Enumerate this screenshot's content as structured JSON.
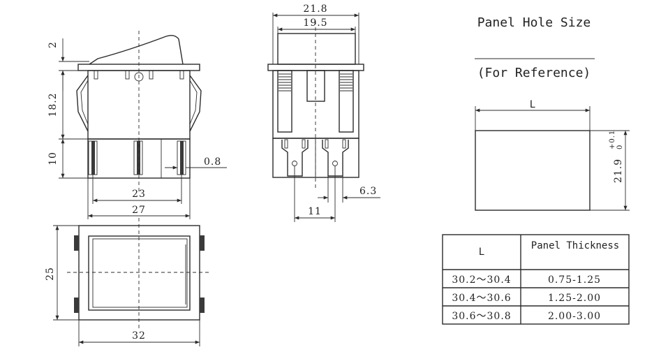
{
  "panel": {
    "title": "Panel Hole Size",
    "subtitle": "(For Reference)",
    "hole_width_label": "L",
    "hole_height_label": "21.9",
    "hole_height_tol_upper": "+0.1",
    "hole_height_tol_lower": "0"
  },
  "dims": {
    "side_top": "2",
    "side_body": "18.2",
    "side_pins": "10",
    "pin_thickness": "0.8",
    "pin_span": "23",
    "body_width": "27",
    "front_outer": "21.8",
    "front_inner": "19.5",
    "tab_width": "6.3",
    "pin_spacing": "11",
    "top_height": "25",
    "top_width": "32"
  },
  "table": {
    "header_l": "L",
    "header_thickness": "Panel Thickness",
    "rows": [
      {
        "l": "30.2～30.4",
        "t": "0.75-1.25"
      },
      {
        "l": "30.4～30.6",
        "t": "1.25-2.00"
      },
      {
        "l": "30.6～30.8",
        "t": "2.00-3.00"
      }
    ]
  }
}
